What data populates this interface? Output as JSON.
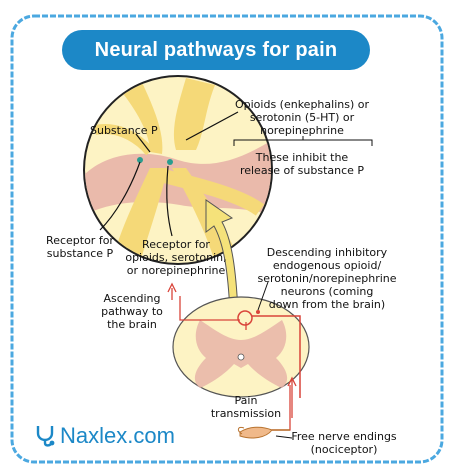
{
  "title": "Neural pathways for pain",
  "labels": {
    "substance_p": "Substance P",
    "opioids": [
      "Opioids (enkephalins) or",
      "serotonin (5-HT) or",
      "norepinephrine"
    ],
    "inhibit": [
      "These inhibit the",
      "release of substance P"
    ],
    "receptor_sp": [
      "Receptor for",
      "substance P"
    ],
    "receptor_opioids": [
      "Receptor for",
      "opioids, serotonin,",
      "or norepinephrine"
    ],
    "descending": [
      "Descending inhibitory",
      "endogenous opioid/",
      "serotonin/norepinephrine",
      "neurons (coming",
      "down from the brain)"
    ],
    "ascending": [
      "Ascending",
      "pathway to",
      "the brain"
    ],
    "pain_transmission": [
      "Pain",
      "transmission"
    ],
    "nerve_endings": [
      "Free nerve endings",
      "(nociceptor)"
    ]
  },
  "brand": {
    "name": "Naxlex.com",
    "icon": "stethoscope-icon"
  },
  "colors": {
    "accent": "#1c88c7",
    "border": "#4ba8e0",
    "tissue": "#fdf3c4",
    "tissue_dark": "#f5d978",
    "neuron": "#e8b4a8",
    "pathway_red": "#d9443a"
  }
}
